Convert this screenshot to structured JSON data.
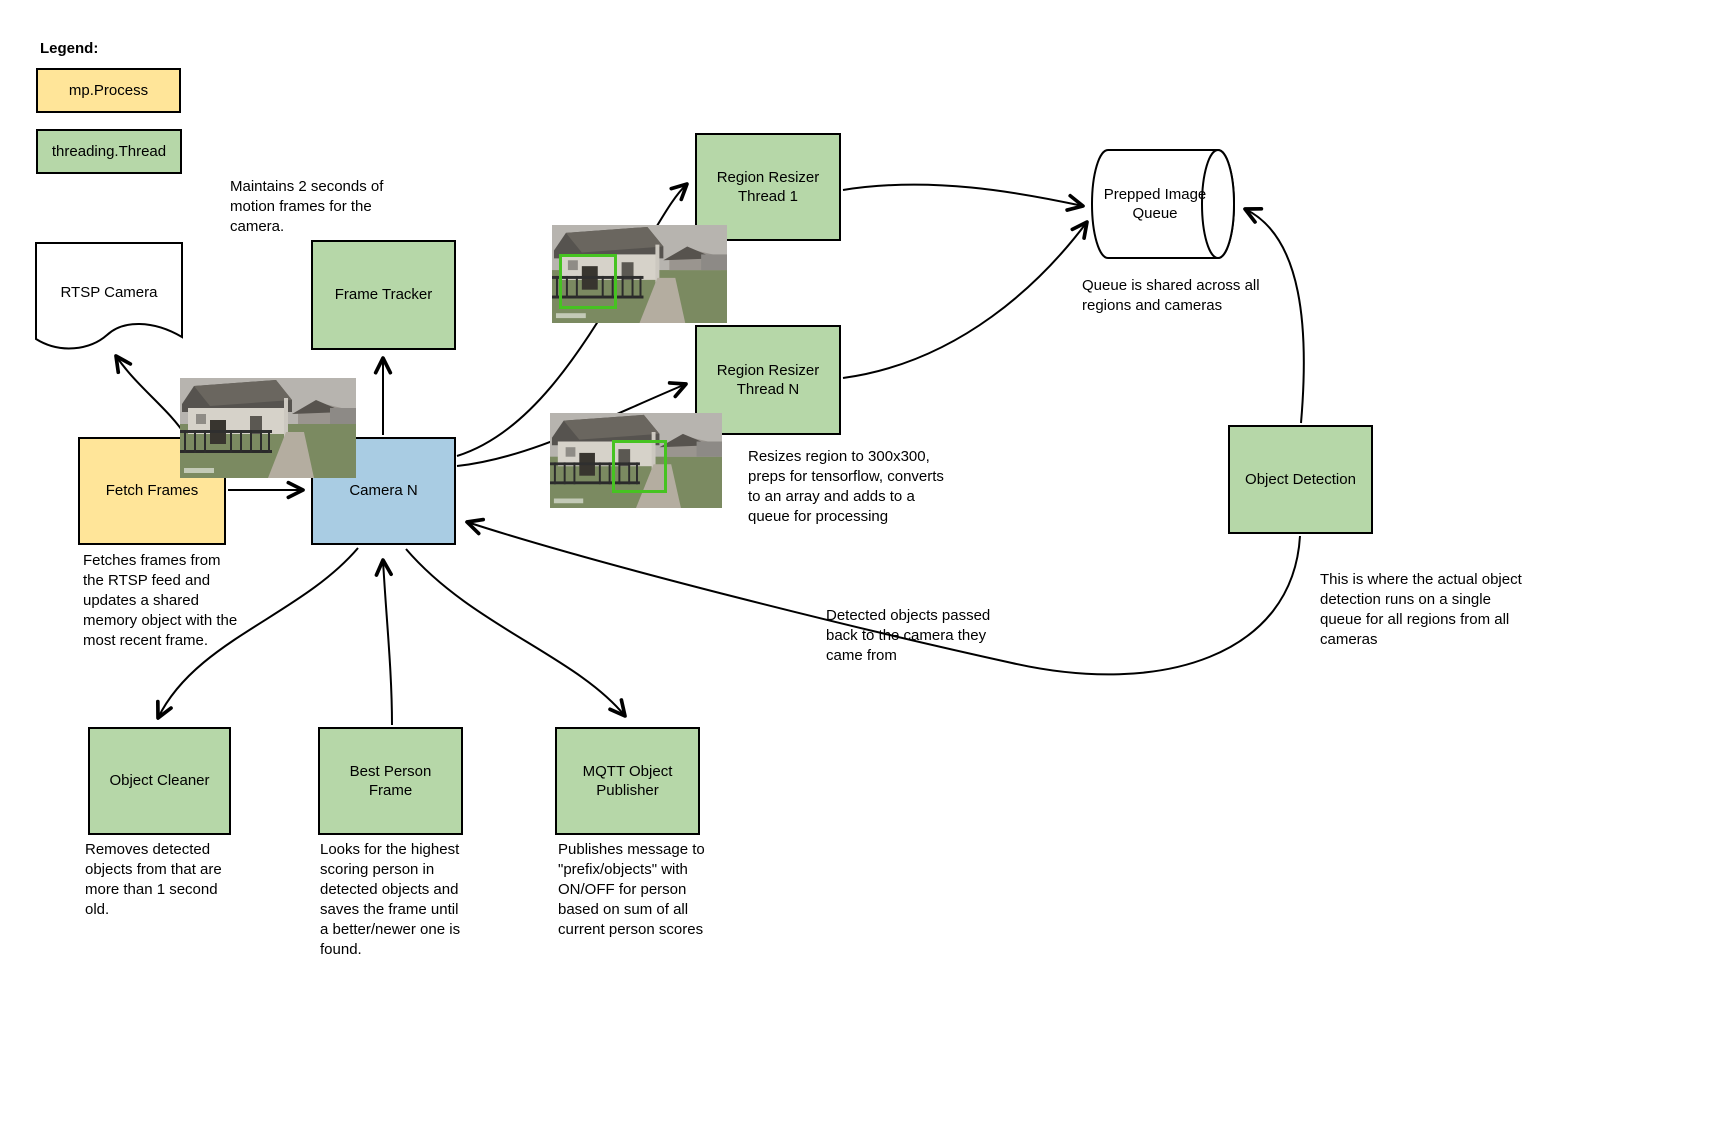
{
  "legend": {
    "title": "Legend:",
    "items": [
      {
        "id": "process",
        "label": "mp.Process",
        "color": "#ffe599"
      },
      {
        "id": "thread",
        "label": "threading.Thread",
        "color": "#b6d7a8"
      }
    ]
  },
  "nodes": {
    "rtsp_camera": {
      "label": "RTSP Camera"
    },
    "fetch_frames": {
      "label": "Fetch Frames"
    },
    "frame_tracker": {
      "label": "Frame Tracker"
    },
    "camera_n": {
      "label": "Camera N"
    },
    "region_resizer_1": {
      "label": "Region Resizer Thread 1"
    },
    "region_resizer_n": {
      "label": "Region Resizer Thread N"
    },
    "prepped_image_queue": {
      "label": "Prepped Image Queue"
    },
    "object_detection": {
      "label": "Object Detection"
    },
    "object_cleaner": {
      "label": "Object Cleaner"
    },
    "best_person_frame": {
      "label": "Best Person Frame"
    },
    "mqtt_object_publisher": {
      "label": "MQTT Object Publisher"
    }
  },
  "annotations": {
    "frame_tracker_note": "Maintains 2 seconds of motion frames for the camera.",
    "fetch_frames_note": "Fetches frames from the RTSP feed and updates a shared memory object with the most recent frame.",
    "region_resizer_note": "Resizes region to 300x300, preps for tensorflow, converts to an array and adds to a queue for processing",
    "queue_note": "Queue is shared across all regions and cameras",
    "object_detection_note": "This is where the actual object detection runs on a single queue for all regions from all cameras",
    "detected_objects_note": "Detected objects passed back to the camera they came from",
    "object_cleaner_note": "Removes detected objects from that are more than 1 second old.",
    "best_person_frame_note": "Looks for the highest scoring person in detected objects and saves the frame until a better/newer one is found.",
    "mqtt_note": "Publishes message to \"prefix/objects\" with ON/OFF for person based on sum of all current person scores"
  },
  "colors": {
    "process_fill": "#ffe599",
    "thread_fill": "#b6d7a8",
    "camera_fill": "#a9cce3",
    "shape_fill": "#ffffff",
    "stroke": "#000000",
    "bounding_box_green": "#46c321"
  }
}
